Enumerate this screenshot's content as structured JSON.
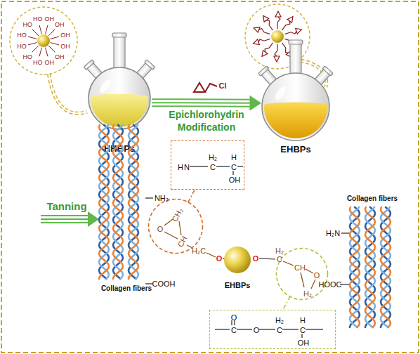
{
  "diagram": {
    "nodes": [
      {
        "text": [
          "HO",
          "HO",
          "HO",
          "OH",
          "OH",
          "OH",
          "OH",
          "OH",
          "OH",
          "HO",
          "HO",
          "HO"
        ]
      },
      {
        "text": [
          "HHBPs"
        ]
      },
      {
        "text": [
          "EHBPs"
        ]
      },
      {
        "text": [
          "Collagen fibers"
        ]
      },
      {
        "text": [
          "H",
          "N",
          "H₂",
          "C",
          "H",
          "C",
          "OH"
        ]
      },
      {
        "text": [
          "O",
          "CH₂",
          "CH"
        ]
      },
      {
        "text": [
          "EHBPs"
        ]
      },
      {
        "text": [
          "Collagen fibers"
        ]
      },
      {
        "text": [
          "CH",
          "O",
          "H₂"
        ]
      },
      {
        "text": [
          "O",
          "C",
          "O",
          "H₂",
          "C",
          "H",
          "C",
          "OH"
        ]
      }
    ],
    "edges": [
      {
        "from": 0,
        "to": 1,
        "arrow": "none"
      },
      {
        "from": 1,
        "to": 2,
        "arrow": "to",
        "label": "Epichlorohydrin Modification"
      },
      {
        "from": 5,
        "to": 4,
        "arrow": "none"
      },
      {
        "from": 8,
        "to": 9,
        "arrow": "none"
      }
    ],
    "labels": [
      "Cl",
      "Tanning",
      "NH₂",
      "COOH",
      "H₂C",
      "O",
      "O",
      "C",
      "H₂",
      "H₂N",
      "HOOC"
    ]
  }
}
